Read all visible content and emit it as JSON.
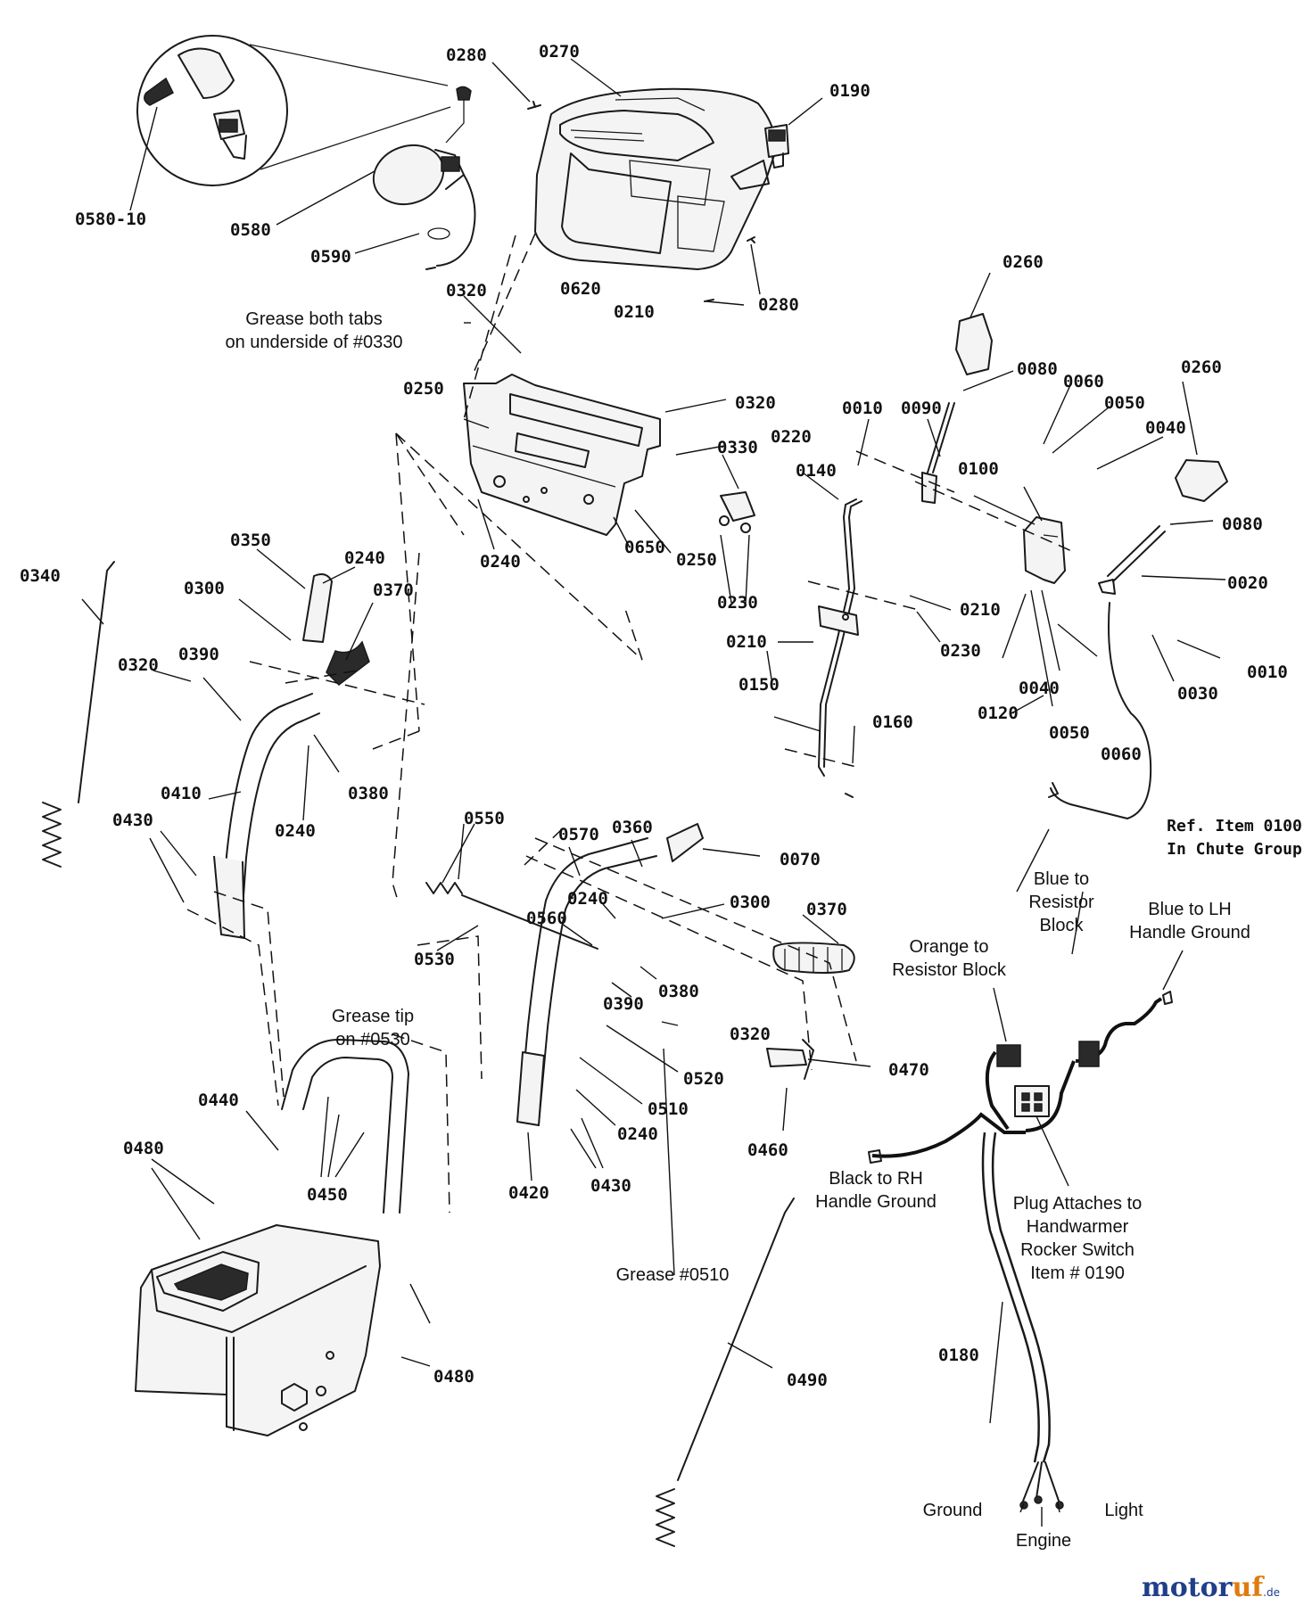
{
  "parts": [
    {
      "id": "p0280a",
      "label": "0280"
    },
    {
      "id": "p0270",
      "label": "0270"
    },
    {
      "id": "p0190",
      "label": "0190"
    },
    {
      "id": "p0580_10",
      "label": "0580-10"
    },
    {
      "id": "p0580",
      "label": "0580"
    },
    {
      "id": "p0590",
      "label": "0590"
    },
    {
      "id": "p0280b",
      "label": "0280"
    },
    {
      "id": "p0320a",
      "label": "0320"
    },
    {
      "id": "p0620",
      "label": "0620"
    },
    {
      "id": "p0210a",
      "label": "0210"
    },
    {
      "id": "p0260a",
      "label": "0260"
    },
    {
      "id": "p0250a",
      "label": "0250"
    },
    {
      "id": "p0320b",
      "label": "0320"
    },
    {
      "id": "p0330",
      "label": "0330"
    },
    {
      "id": "p0220",
      "label": "0220"
    },
    {
      "id": "p0080a",
      "label": "0080"
    },
    {
      "id": "p0060a",
      "label": "0060"
    },
    {
      "id": "p0050a",
      "label": "0050"
    },
    {
      "id": "p0260b",
      "label": "0260"
    },
    {
      "id": "p0010a",
      "label": "0010"
    },
    {
      "id": "p0090",
      "label": "0090"
    },
    {
      "id": "p0040a",
      "label": "0040"
    },
    {
      "id": "p0140",
      "label": "0140"
    },
    {
      "id": "p0100",
      "label": "0100"
    },
    {
      "id": "p0080b",
      "label": "0080"
    },
    {
      "id": "p0020",
      "label": "0020"
    },
    {
      "id": "p0240a",
      "label": "0240"
    },
    {
      "id": "p0650",
      "label": "0650"
    },
    {
      "id": "p0250b",
      "label": "0250"
    },
    {
      "id": "p0230a",
      "label": "0230"
    },
    {
      "id": "p0210b",
      "label": "0210"
    },
    {
      "id": "p0210c",
      "label": "0210"
    },
    {
      "id": "p0230b",
      "label": "0230"
    },
    {
      "id": "p0010b",
      "label": "0010"
    },
    {
      "id": "p0030",
      "label": "0030"
    },
    {
      "id": "p0040b",
      "label": "0040"
    },
    {
      "id": "p0120",
      "label": "0120"
    },
    {
      "id": "p0050b",
      "label": "0050"
    },
    {
      "id": "p0060b",
      "label": "0060"
    },
    {
      "id": "p0150",
      "label": "0150"
    },
    {
      "id": "p0160",
      "label": "0160"
    },
    {
      "id": "p0340",
      "label": "0340"
    },
    {
      "id": "p0350",
      "label": "0350"
    },
    {
      "id": "p0240b",
      "label": "0240"
    },
    {
      "id": "p0300a",
      "label": "0300"
    },
    {
      "id": "p0370a",
      "label": "0370"
    },
    {
      "id": "p0320c",
      "label": "0320"
    },
    {
      "id": "p0390a",
      "label": "0390"
    },
    {
      "id": "p0410",
      "label": "0410"
    },
    {
      "id": "p0380a",
      "label": "0380"
    },
    {
      "id": "p0430a",
      "label": "0430"
    },
    {
      "id": "p0240c",
      "label": "0240"
    },
    {
      "id": "p0550",
      "label": "0550"
    },
    {
      "id": "p0570",
      "label": "0570"
    },
    {
      "id": "p0360",
      "label": "0360"
    },
    {
      "id": "p0070",
      "label": "0070"
    },
    {
      "id": "p0240d",
      "label": "0240"
    },
    {
      "id": "p0300b",
      "label": "0300"
    },
    {
      "id": "p0560",
      "label": "0560"
    },
    {
      "id": "p0370b",
      "label": "0370"
    },
    {
      "id": "p0530",
      "label": "0530"
    },
    {
      "id": "p0390b",
      "label": "0390"
    },
    {
      "id": "p0380b",
      "label": "0380"
    },
    {
      "id": "p0320d",
      "label": "0320"
    },
    {
      "id": "p0520",
      "label": "0520"
    },
    {
      "id": "p0470",
      "label": "0470"
    },
    {
      "id": "p0510",
      "label": "0510"
    },
    {
      "id": "p0240e",
      "label": "0240"
    },
    {
      "id": "p0440",
      "label": "0440"
    },
    {
      "id": "p0480a",
      "label": "0480"
    },
    {
      "id": "p0450",
      "label": "0450"
    },
    {
      "id": "p0420",
      "label": "0420"
    },
    {
      "id": "p0430b",
      "label": "0430"
    },
    {
      "id": "p0460",
      "label": "0460"
    },
    {
      "id": "p0480b",
      "label": "0480"
    },
    {
      "id": "p0490",
      "label": "0490"
    },
    {
      "id": "p0180",
      "label": "0180"
    }
  ],
  "notes": {
    "grease_tabs": [
      "Grease both tabs",
      "on underside of #0330"
    ],
    "grease_tip": [
      "Grease tip",
      "on #0530"
    ],
    "grease_0510": [
      "Grease #0510"
    ],
    "ref_item": [
      "Ref. Item 0100",
      "In Chute Group"
    ],
    "blue_resistor": [
      "Blue to",
      "Resistor",
      "Block"
    ],
    "blue_lh": [
      "Blue to LH",
      "Handle Ground"
    ],
    "orange_resistor": [
      "Orange to",
      "Resistor Block"
    ],
    "black_rh": [
      "Black to RH",
      "Handle Ground"
    ],
    "plug_attaches": [
      "Plug Attaches to",
      "Handwarmer",
      "Rocker Switch",
      "Item # 0190"
    ],
    "ground": [
      "Ground"
    ],
    "engine": [
      "Engine"
    ],
    "light": [
      "Light"
    ]
  },
  "watermark": {
    "part1": "motor",
    "part2": "uf",
    "suffix": ".de"
  }
}
